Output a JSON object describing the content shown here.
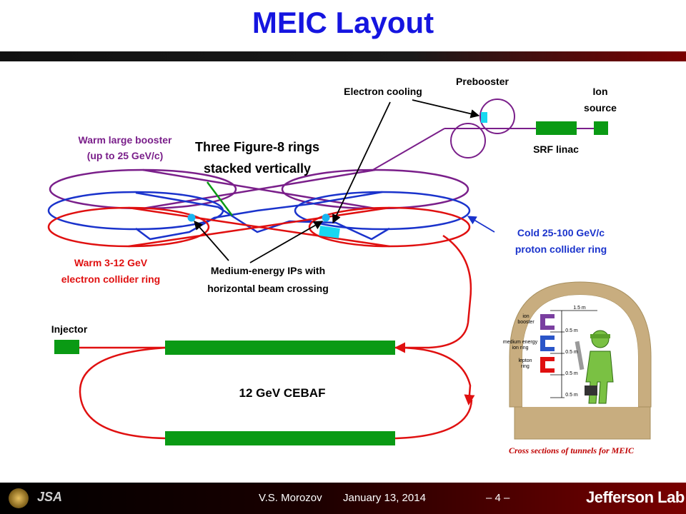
{
  "title": "MEIC Layout",
  "labels": {
    "electron_cooling": "Electron cooling",
    "prebooster": "Prebooster",
    "ion_source_1": "Ion",
    "ion_source_2": "source",
    "srf_linac": "SRF linac",
    "warm_booster_1": "Warm large booster",
    "warm_booster_2": "(up to 25 GeV/c)",
    "figure8_1": "Three Figure-8 rings",
    "figure8_2": "stacked vertically",
    "cold_ring_1": "Cold 25-100 GeV/c",
    "cold_ring_2": "proton collider ring",
    "warm_electron_1": "Warm 3-12 GeV",
    "warm_electron_2": "electron collider ring",
    "ips_1": "Medium-energy IPs with",
    "ips_2": "horizontal beam crossing",
    "injector": "Injector",
    "cebaf": "12 GeV CEBAF"
  },
  "tunnel": {
    "caption": "Cross sections of tunnels for MEIC",
    "ion_booster_1": "ion",
    "ion_booster_2": "booster",
    "medium_energy_1": "medium energy",
    "medium_energy_2": "ion ring",
    "lepton_1": "lepton",
    "lepton_2": "ring",
    "dim_top": "1.5 m",
    "dim_1": "0.5 m",
    "dim_2": "0.5 m",
    "dim_3": "0.5 m",
    "dim_4": "0.5 m"
  },
  "footer": {
    "author": "V.S. Morozov",
    "date": "January 13, 2014",
    "page": "– 4 –",
    "lab": "Jefferson Lab",
    "logo_text": "JSA"
  },
  "colors": {
    "title": "#1515e0",
    "booster_ring": "#7a1f8a",
    "proton_ring": "#1a33cc",
    "electron_ring": "#e01010",
    "linac_green": "#0a9a14",
    "ip_marker": "#18b4f0",
    "cooling_cyan": "#18d8f0"
  }
}
